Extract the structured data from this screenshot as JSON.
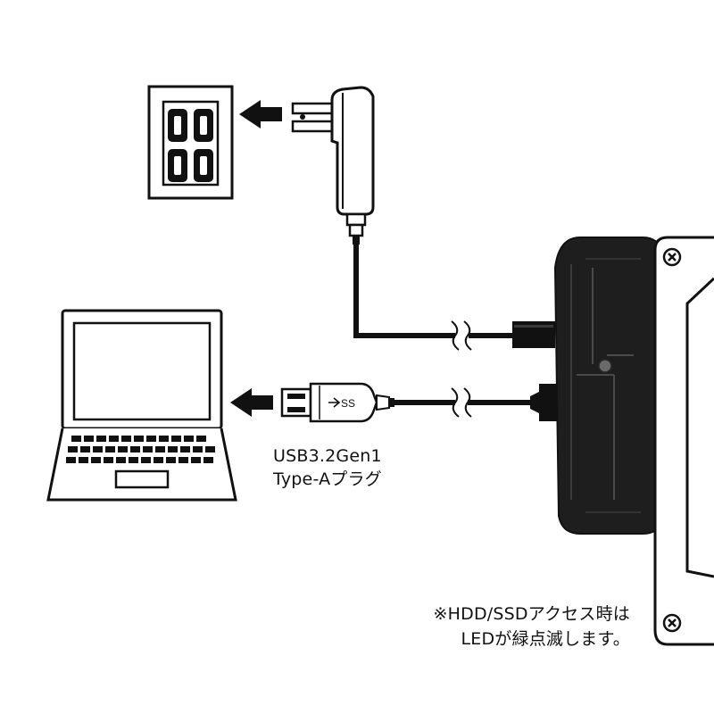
{
  "usb_label": {
    "line1": "USB3.2Gen1",
    "line2": "Type-Aプラグ"
  },
  "usb_plug_mark": "SS",
  "led_note": {
    "line1": "※HDD/SSDアクセス時は",
    "line2": "LEDが緑点滅します。"
  },
  "colors": {
    "outline": "#111111",
    "device_body": "#1e1e1e",
    "device_edge": "#3a3a3a",
    "background": "#ffffff"
  }
}
